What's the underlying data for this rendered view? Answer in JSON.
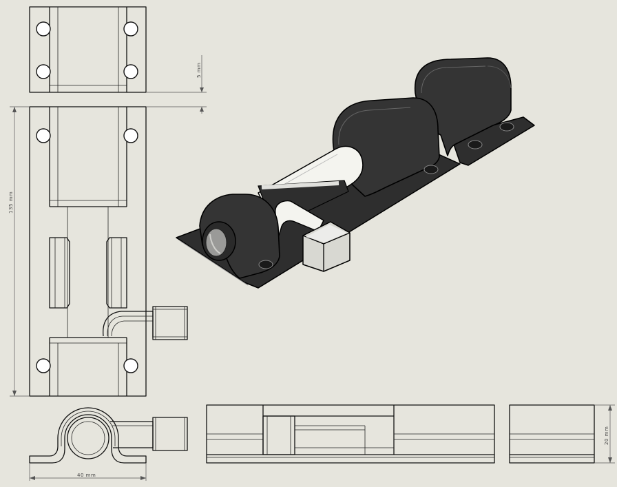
{
  "dimensions": {
    "gap": "5 mm",
    "length": "135 mm",
    "width": "40 mm",
    "height": "20 mm"
  },
  "colors": {
    "background": "#e6e5dd",
    "line": "#111111",
    "part_dark": "#2e2e2e",
    "bolt_light": "#f4f4ef",
    "knob": "#d8d8d2"
  }
}
